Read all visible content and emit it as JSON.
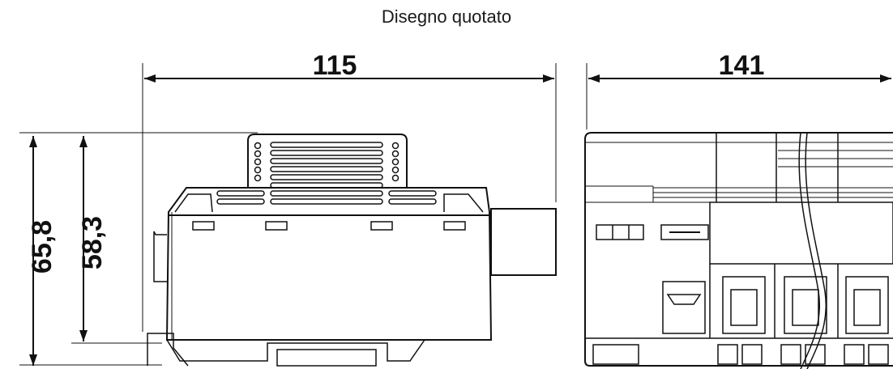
{
  "title": "Disegno quotato",
  "dimensions": {
    "front_width": "115",
    "side_width": "141",
    "total_height": "65,8",
    "body_height": "58,3"
  },
  "colors": {
    "line": "#111111",
    "background": "#ffffff"
  }
}
